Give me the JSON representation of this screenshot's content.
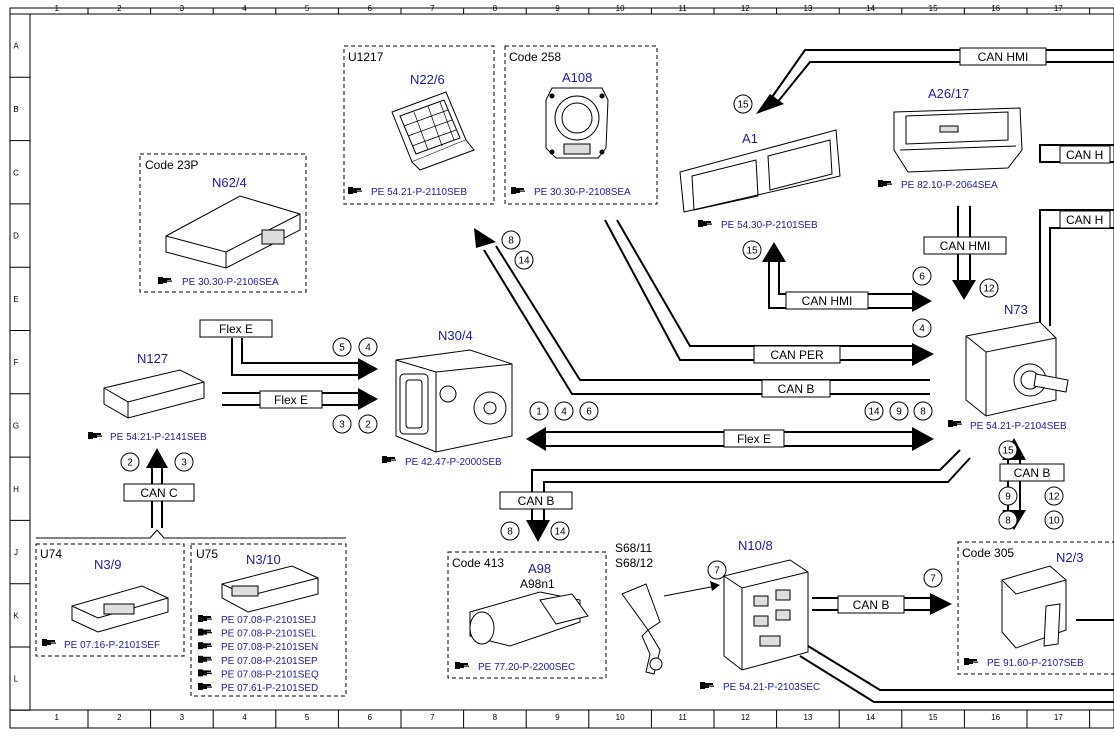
{
  "grid": {
    "columns": [
      "1",
      "2",
      "3",
      "4",
      "5",
      "6",
      "7",
      "8",
      "9",
      "10",
      "11",
      "12",
      "13",
      "14",
      "15",
      "16",
      "17"
    ],
    "rows": [
      "A",
      "B",
      "C",
      "D",
      "E",
      "F",
      "G",
      "H",
      "J",
      "K",
      "L"
    ]
  },
  "components": {
    "n62_4": {
      "code": "Code 23P",
      "label": "N62/4",
      "ref": "PE 30.30-P-2106SEA"
    },
    "n22_6": {
      "code": "U1217",
      "label": "N22/6",
      "ref": "PE 54.21-P-2110SEB"
    },
    "a108": {
      "code": "Code 258",
      "label": "A108",
      "ref": "PE 30.30-P-2108SEA"
    },
    "a1": {
      "label": "A1",
      "ref": "PE 54.30-P-2101SEB"
    },
    "a26_17": {
      "label": "A26/17",
      "ref": "PE 82.10-P-2064SEA"
    },
    "n127": {
      "label": "N127",
      "ref": "PE 54.21-P-2141SEB"
    },
    "n30_4": {
      "label": "N30/4",
      "ref": "PE 42.47-P-2000SEB"
    },
    "n73": {
      "label": "N73",
      "ref": "PE 54.21-P-2104SEB"
    },
    "n3_9": {
      "code": "U74",
      "label": "N3/9",
      "ref": "PE 07.16-P-2101SEF"
    },
    "n3_10": {
      "code": "U75",
      "label": "N3/10",
      "refs": [
        "PE 07.08-P-2101SEJ",
        "PE 07.08-P-2101SEL",
        "PE 07.08-P-2101SEN",
        "PE 07.08-P-2101SEP",
        "PE 07.08-P-2101SEQ",
        "PE 07.61-P-2101SED"
      ]
    },
    "a98": {
      "code": "Code 413",
      "label": "A98",
      "sublabel": "A98n1",
      "ref": "PE 77.20-P-2200SEC"
    },
    "s68": {
      "label1": "S68/11",
      "label2": "S68/12"
    },
    "n10_8": {
      "label": "N10/8",
      "ref": "PE 54.21-P-2103SEC"
    },
    "n2_3": {
      "code": "Code 305",
      "label": "N2/3",
      "ref": "PE 91.60-P-2107SEB"
    }
  },
  "buses": {
    "can_hmi_top": "CAN HMI",
    "can_h_1": "CAN H",
    "can_h_2": "CAN H",
    "can_hmi_mid": "CAN HMI",
    "can_hmi_e": "CAN HMI",
    "can_per": "CAN PER",
    "can_b_f": "CAN B",
    "flex_e_n62": "Flex E",
    "flex_e_n127": "Flex E",
    "flex_e_g": "Flex E",
    "can_c": "CAN C",
    "can_b_h": "CAN B",
    "can_b_n73": "CAN B",
    "can_b_n10": "CAN B"
  },
  "circles": {
    "c15_a1": "15",
    "c15_e": "15",
    "c6_e": "6",
    "c4_e": "4",
    "c8_d": "8",
    "c14_d": "14",
    "c12_n73": "12",
    "c5": "5",
    "c4": "4",
    "c3": "3",
    "c2": "2",
    "c1_g": "1",
    "c4_g": "4",
    "c6_g": "6",
    "c14_g": "14",
    "c9_g": "9",
    "c8_g": "8",
    "c2_n127": "2",
    "c3_n127": "3",
    "c8_h": "8",
    "c14_h": "14",
    "c15_n73": "15",
    "c9_n73": "9",
    "c12_h": "12",
    "c8_n73": "8",
    "c10_n73": "10",
    "c7_s68": "7",
    "c7_n10": "7"
  },
  "icons": {
    "pointer": "hand-pointer-icon"
  }
}
